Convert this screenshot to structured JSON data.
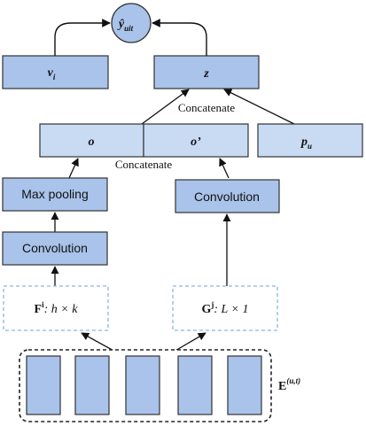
{
  "nodes": {
    "output": {
      "base": "ŷ",
      "sub": "uit"
    },
    "v_i": {
      "base": "v",
      "sub": "i"
    },
    "z": {
      "text": "z"
    },
    "concat_top": {
      "text": "Concatenate"
    },
    "o": {
      "text": "o"
    },
    "o_prime": {
      "text": "o’"
    },
    "p_u": {
      "base": "p",
      "sub": "u"
    },
    "concat_mid": {
      "text": "Concatenate"
    },
    "max_pooling": {
      "text": "Max pooling"
    },
    "conv_right": {
      "text": "Convolution"
    },
    "conv_left": {
      "text": "Convolution"
    },
    "filter_F": {
      "base": "F",
      "sup": "i",
      "dims": ": h × k"
    },
    "filter_G": {
      "base": "G",
      "sup": "j",
      "dims": ": L × 1"
    },
    "embedding": {
      "base": "E",
      "sup": "(u,t)"
    }
  },
  "colors": {
    "box_dark": "#a9c3ea",
    "box_light": "#c9dbf3",
    "circle": "#a9c3ea",
    "stroke": "#333333",
    "dashed_blue": "#8fb4e6",
    "dashed_black": "#222222"
  }
}
